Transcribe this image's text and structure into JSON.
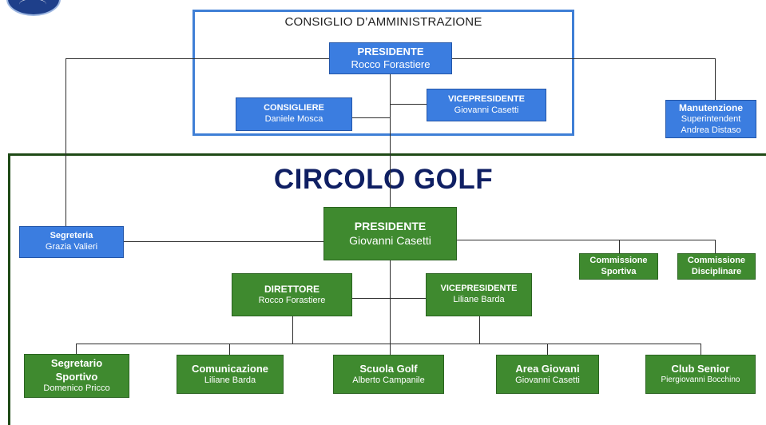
{
  "cda": {
    "title": "CONSIGLIO D’AMMINISTRAZIONE",
    "presidente": {
      "title": "PRESIDENTE",
      "name": "Rocco Forastiere"
    },
    "consigliere": {
      "title": "CONSIGLIERE",
      "name": "Daniele Mosca"
    },
    "vicepresidente": {
      "title": "VICEPRESIDENTE",
      "name": "Giovanni Casetti"
    }
  },
  "manutenzione": {
    "title": "Manutenzione",
    "role": "Superintendent",
    "name": "Andrea Distaso"
  },
  "circolo": {
    "title": "CIRCOLO GOLF",
    "presidente": {
      "title": "PRESIDENTE",
      "name": "Giovanni Casetti"
    },
    "segreteria": {
      "title": "Segreteria",
      "name": "Grazia Valieri"
    },
    "commissione_sportiva": {
      "line1": "Commissione",
      "line2": "Sportiva"
    },
    "commissione_disciplinare": {
      "line1": "Commissione",
      "line2": "Disciplinare"
    },
    "direttore": {
      "title": "DIRETTORE",
      "name": "Rocco Forastiere"
    },
    "vicepresidente": {
      "title": "VICEPRESIDENTE",
      "name": "Liliane Barda"
    },
    "segretario_sportivo": {
      "line1": "Segretario",
      "line2": "Sportivo",
      "name": "Domenico Pricco"
    },
    "comunicazione": {
      "title": "Comunicazione",
      "name": "Liliane Barda"
    },
    "scuola_golf": {
      "title": "Scuola Golf",
      "name": "Alberto Campanile"
    },
    "area_giovani": {
      "title": "Area Giovani",
      "name": "Giovanni Casetti"
    },
    "club_senior": {
      "title": "Club Senior",
      "name": "Piergiovanni Bocchino"
    }
  },
  "colors": {
    "blue": "#3b7de0",
    "green": "#3f8a2f",
    "title_navy": "#0f1f63",
    "frame_blue": "#3f7fd6",
    "frame_green": "#1f4a16"
  },
  "icons": {
    "logo": "golf-club-logo"
  }
}
